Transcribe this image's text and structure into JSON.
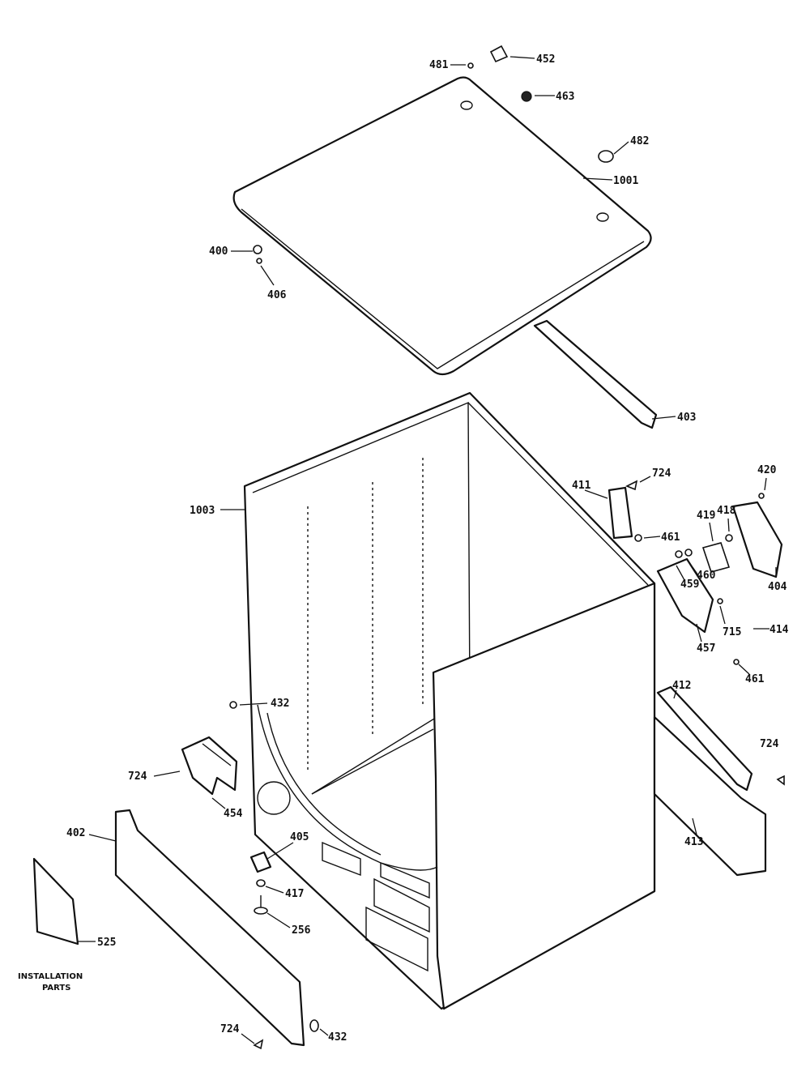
{
  "diagram": {
    "part_labels": {
      "p481_top": "481",
      "p452": "452",
      "p463": "463",
      "p482": "482",
      "p1001": "1001",
      "p400": "400",
      "p406": "406",
      "p403": "403",
      "p1003": "1003",
      "p411": "411",
      "p724_a": "724",
      "p461_a": "461",
      "p420": "420",
      "p418": "418",
      "p419": "419",
      "p460": "460",
      "p459": "459",
      "p404": "404",
      "p715": "715",
      "p414": "414",
      "p457": "457",
      "p461_b": "461",
      "p412": "412",
      "p724_b": "724",
      "p413": "413",
      "p432_a": "432",
      "p724_c": "724",
      "p454": "454",
      "p402": "402",
      "p405": "405",
      "p417": "417",
      "p256": "256",
      "p525": "525",
      "p724_d": "724",
      "p432_b": "432"
    },
    "installation_line1": "INSTALLATION",
    "installation_line2": "PARTS"
  }
}
